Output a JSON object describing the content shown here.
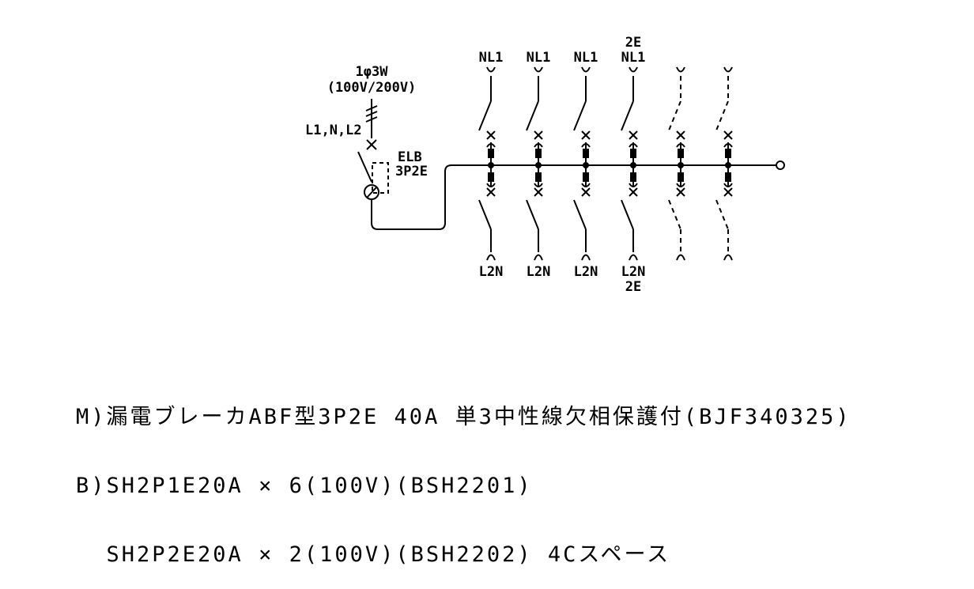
{
  "supply": {
    "system_label": "1φ3W",
    "voltage_label": "(100V/200V)",
    "phases_label": "L1,N,L2"
  },
  "main_breaker": {
    "name_label": "ELB",
    "poles_label": "3P2E"
  },
  "branches": [
    {
      "top_label": "NL1",
      "top_extra": "",
      "bottom_label": "L2N",
      "bottom_extra": "",
      "spare": false
    },
    {
      "top_label": "NL1",
      "top_extra": "",
      "bottom_label": "L2N",
      "bottom_extra": "",
      "spare": false
    },
    {
      "top_label": "NL1",
      "top_extra": "",
      "bottom_label": "L2N",
      "bottom_extra": "",
      "spare": false
    },
    {
      "top_label": "NL1",
      "top_extra": "2E",
      "bottom_label": "L2N",
      "bottom_extra": "2E",
      "spare": false
    },
    {
      "top_label": "",
      "top_extra": "",
      "bottom_label": "",
      "bottom_extra": "",
      "spare": true
    },
    {
      "top_label": "",
      "top_extra": "",
      "bottom_label": "",
      "bottom_extra": "",
      "spare": true
    }
  ],
  "notes": {
    "line1": "M)漏電ブレーカABF型3P2E 40A 単3中性線欠相保護付(BJF340325)",
    "line2": "B)SH2P1E20A × 6(100V)(BSH2201)",
    "line3": "  SH2P2E20A × 2(100V)(BSH2202) 4Cスペース"
  }
}
